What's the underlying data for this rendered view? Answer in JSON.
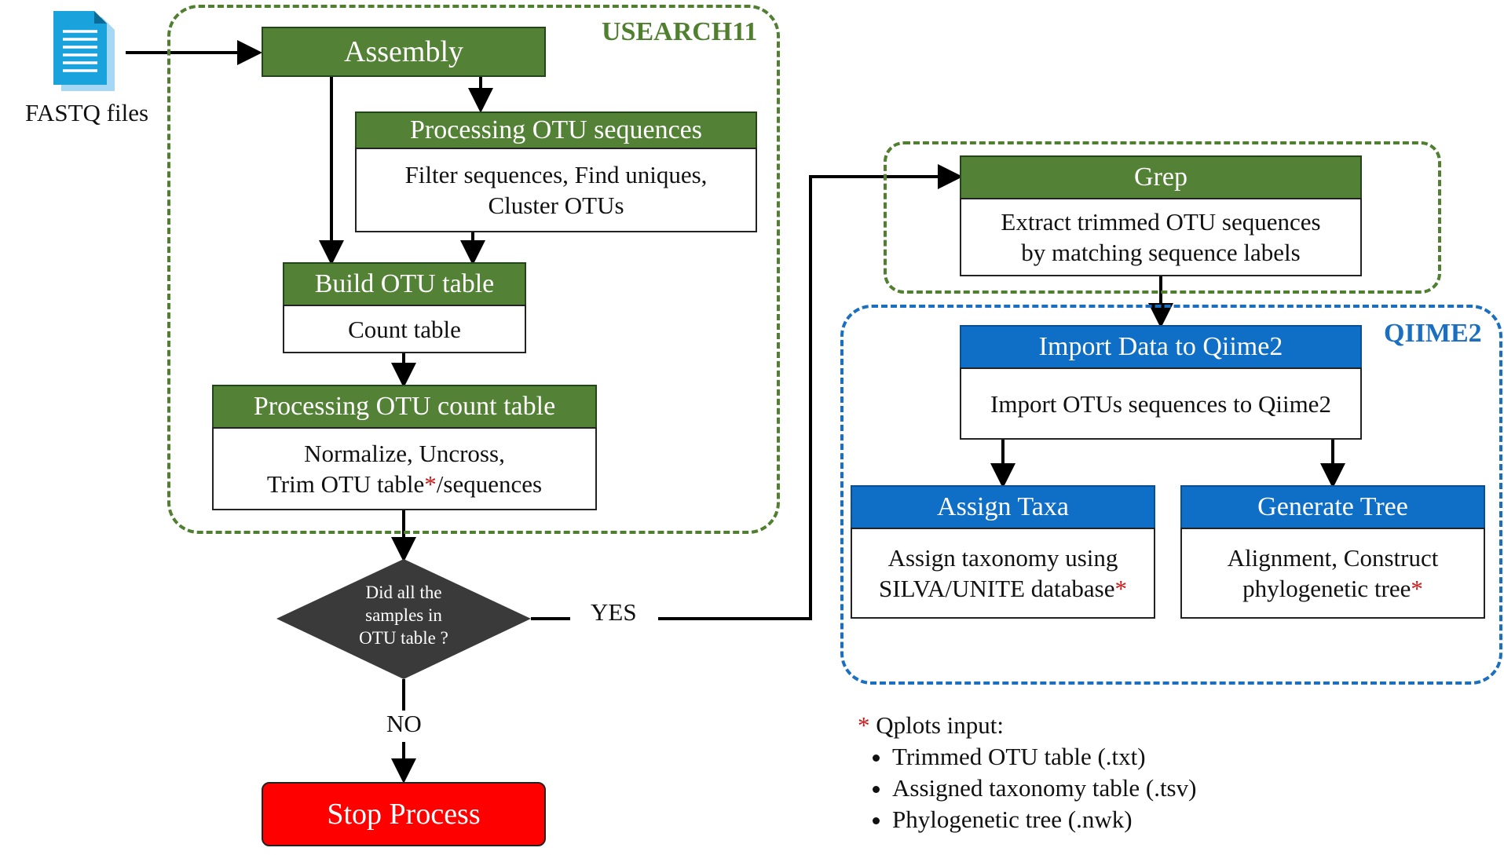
{
  "groups": {
    "usearch": "USEARCH11",
    "qiime": "QIIME2"
  },
  "input": {
    "label": "FASTQ files",
    "icon": "document-icon"
  },
  "nodes": {
    "assembly": {
      "title": "Assembly"
    },
    "processing_seq": {
      "title": "Processing OTU sequences",
      "line1": "Filter sequences, Find uniques,",
      "line2": "Cluster OTUs"
    },
    "build_table": {
      "title": "Build OTU table",
      "line1": "Count table"
    },
    "processing_count": {
      "title": "Processing OTU count table",
      "line1": "Normalize, Uncross,",
      "line2a": "Trim OTU table",
      "line2b": "/sequences"
    },
    "grep": {
      "title": "Grep",
      "line1": "Extract trimmed OTU sequences",
      "line2": "by matching sequence labels"
    },
    "import": {
      "title": "Import Data to Qiime2",
      "line1": "Import OTUs sequences to Qiime2"
    },
    "assign": {
      "title": "Assign Taxa",
      "line1": "Assign taxonomy using",
      "line2": "SILVA/UNITE database"
    },
    "tree": {
      "title": "Generate Tree",
      "line1": "Alignment, Construct",
      "line2": "phylogenetic tree"
    },
    "stop": {
      "title": "Stop Process"
    }
  },
  "decision": {
    "line1": "Did all the",
    "line2": "samples in",
    "line3": "OTU table ?",
    "yes": "YES",
    "no": "NO"
  },
  "asterisk": "*",
  "notes": {
    "heading": "Qplots input:",
    "items": [
      "Trimmed OTU table (.txt)",
      "Assigned taxonomy table  (.tsv)",
      "Phylogenetic tree (.nwk)"
    ]
  },
  "colors": {
    "green_header": "#538135",
    "green_border": "#4f7f2f",
    "blue_header": "#0f6fc6",
    "blue_border": "#1a6fc0",
    "stop": "#ff0000",
    "decision": "#3a3a3a",
    "asterisk": "#d01818"
  }
}
